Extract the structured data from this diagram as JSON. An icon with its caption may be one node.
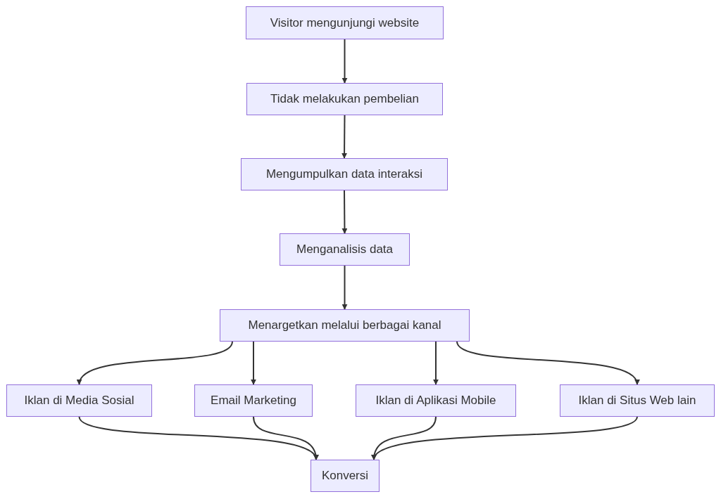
{
  "diagram": {
    "nodes": [
      {
        "text": [
          "Visitor mengunjungi website"
        ]
      },
      {
        "text": [
          "Tidak melakukan pembelian"
        ]
      },
      {
        "text": [
          "Mengumpulkan data interaksi"
        ]
      },
      {
        "text": [
          "Menganalisis data"
        ]
      },
      {
        "text": [
          "Menargetkan melalui berbagai kanal"
        ]
      },
      {
        "text": [
          "Iklan di Media Sosial"
        ]
      },
      {
        "text": [
          "Email Marketing"
        ]
      },
      {
        "text": [
          "Iklan di Aplikasi Mobile"
        ]
      },
      {
        "text": [
          "Iklan di Situs Web lain"
        ]
      },
      {
        "text": [
          "Konversi"
        ]
      }
    ],
    "edges": [
      {
        "from": 0,
        "to": 1,
        "arrow": "to"
      },
      {
        "from": 1,
        "to": 2,
        "arrow": "to"
      },
      {
        "from": 2,
        "to": 3,
        "arrow": "to"
      },
      {
        "from": 3,
        "to": 4,
        "arrow": "to"
      },
      {
        "from": 4,
        "to": 5,
        "arrow": "to"
      },
      {
        "from": 4,
        "to": 6,
        "arrow": "to"
      },
      {
        "from": 4,
        "to": 7,
        "arrow": "to"
      },
      {
        "from": 4,
        "to": 8,
        "arrow": "to"
      },
      {
        "from": 5,
        "to": 9,
        "arrow": "to"
      },
      {
        "from": 6,
        "to": 9,
        "arrow": "to"
      },
      {
        "from": 7,
        "to": 9,
        "arrow": "to"
      },
      {
        "from": 8,
        "to": 9,
        "arrow": "to"
      }
    ]
  }
}
